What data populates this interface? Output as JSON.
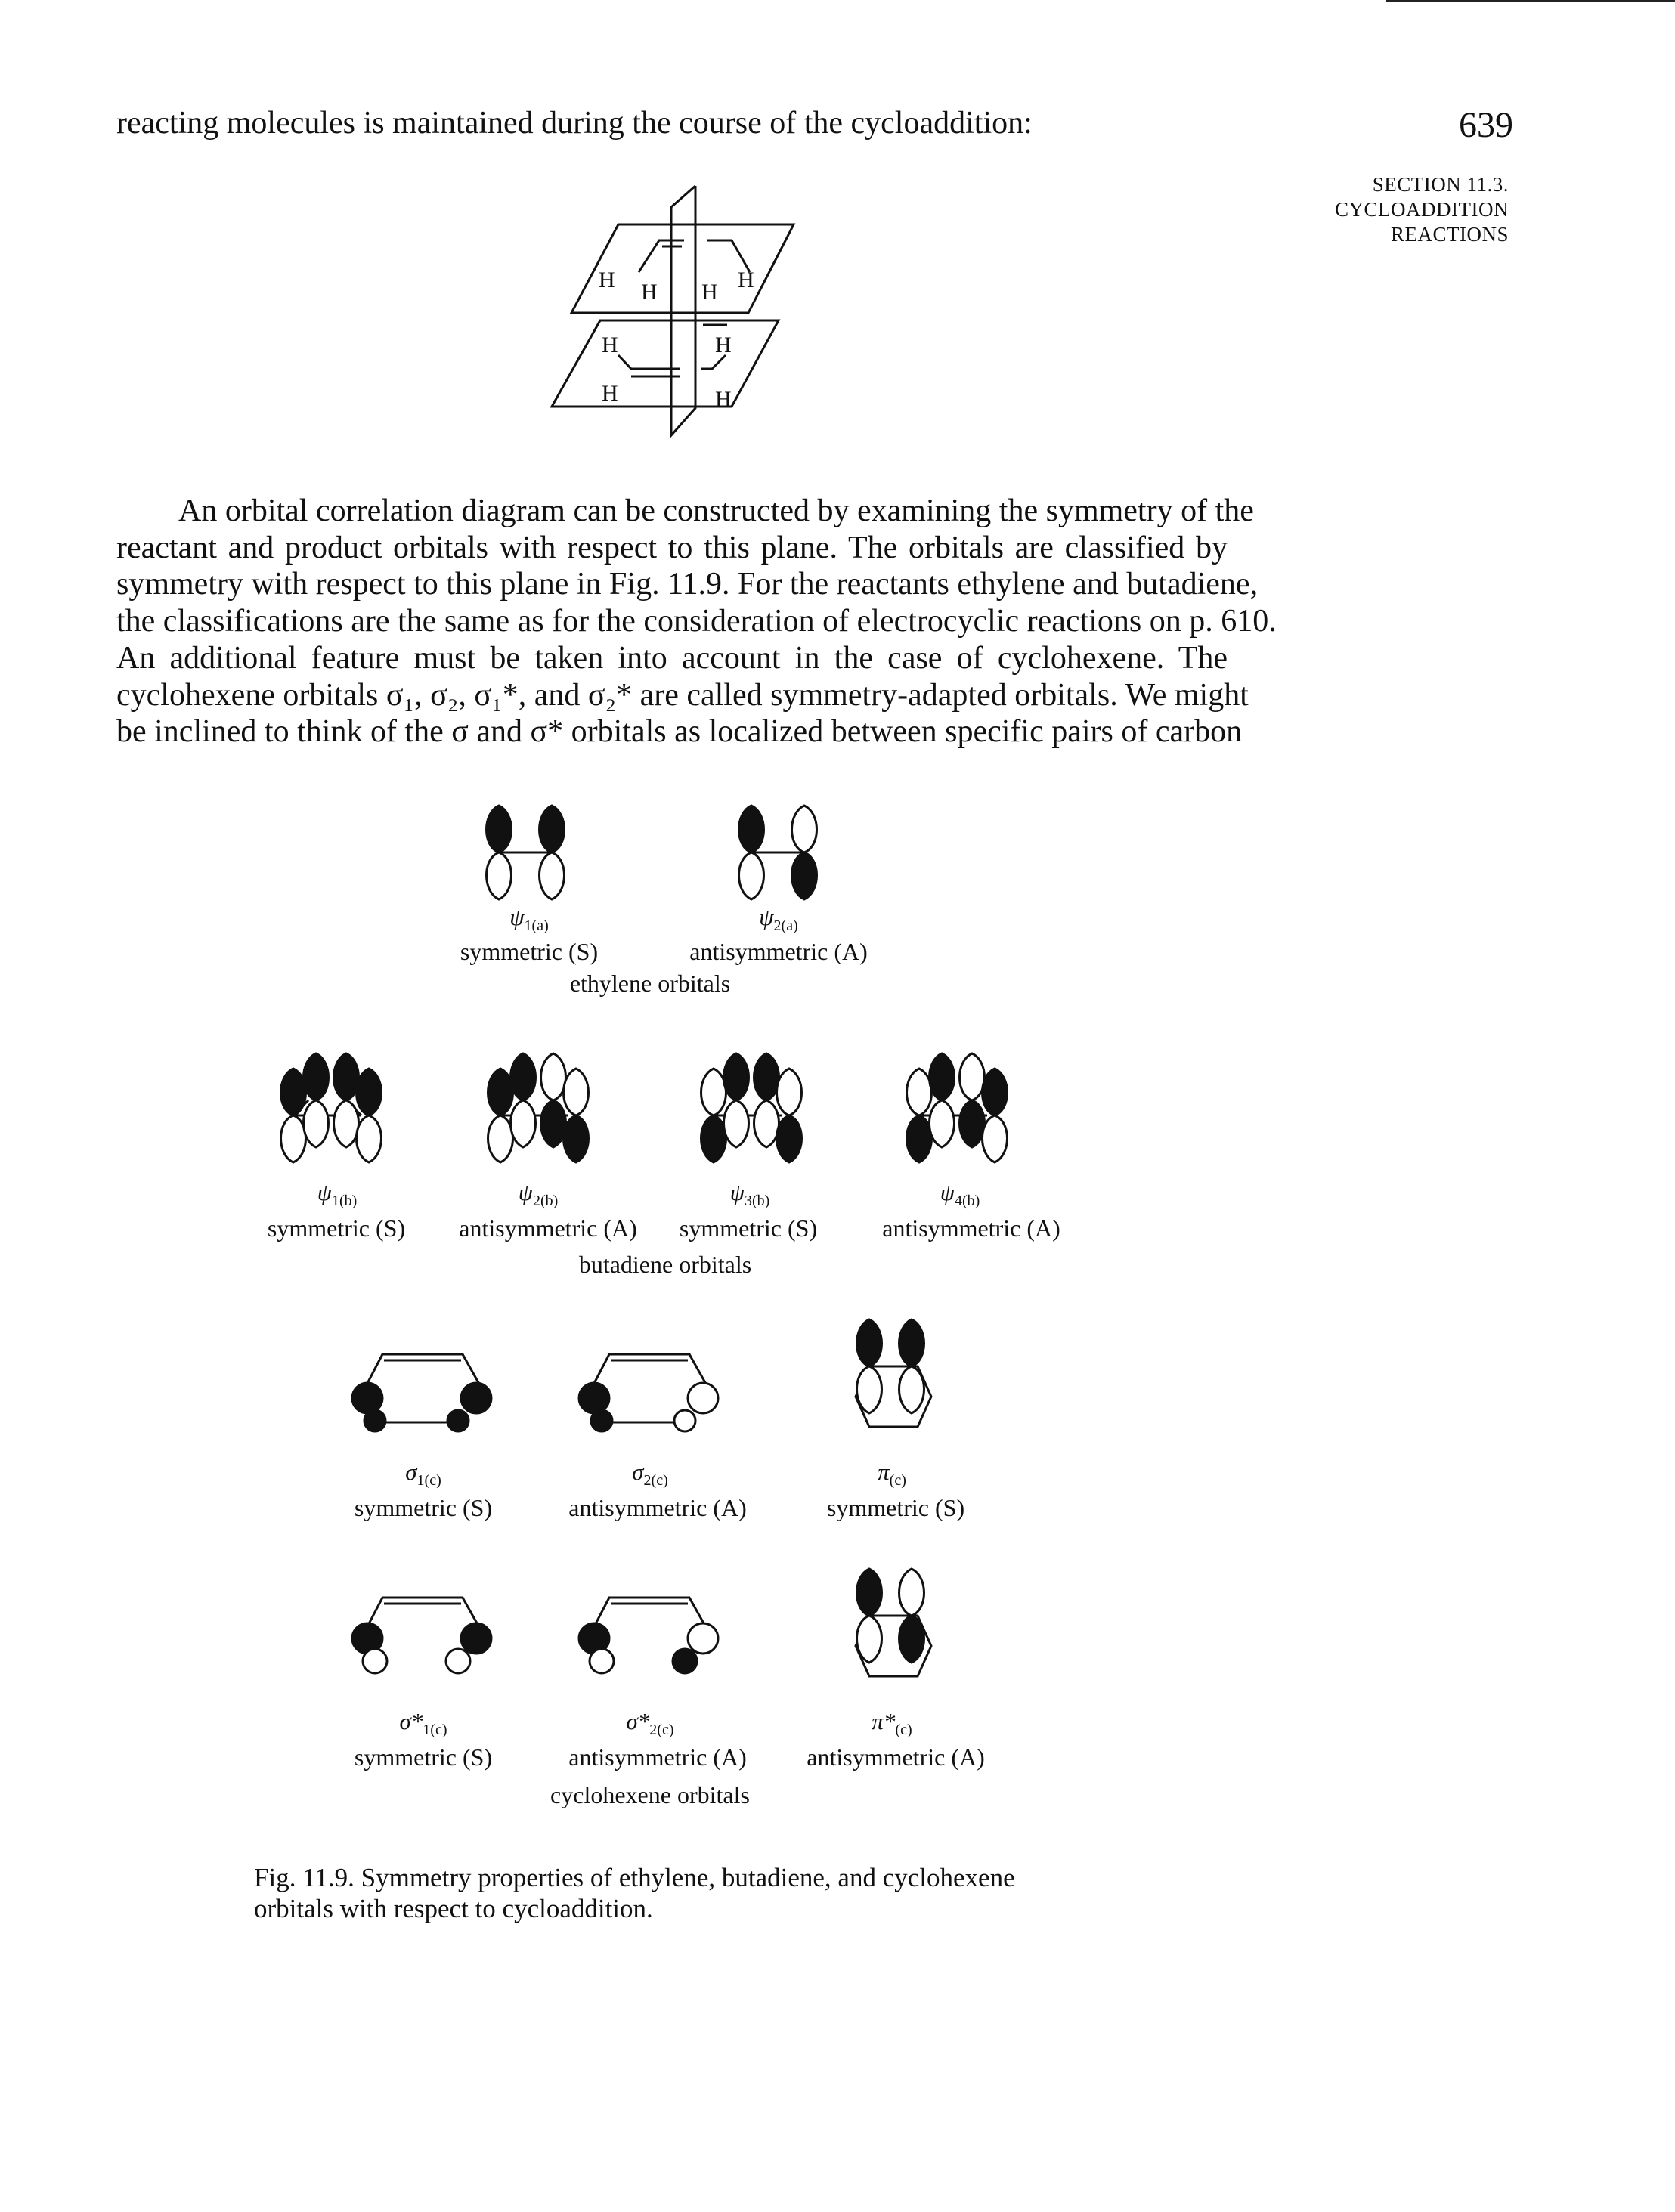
{
  "header": {
    "running_text": "reacting molecules is maintained during the course of the cycloaddition:",
    "page_number": "639",
    "section_line1": "SECTION 11.3.",
    "section_line2": "CYCLOADDITION",
    "section_line3": "REACTIONS"
  },
  "plane_figure": {
    "h_labels": [
      "H",
      "H",
      "H",
      "H",
      "H",
      "H",
      "H",
      "H"
    ]
  },
  "paragraph": {
    "lines": [
      "An orbital correlation diagram can be constructed by examining the symmetry of the",
      "reactant and product orbitals with respect to this plane. The orbitals are classified by",
      "symmetry with respect to this plane in Fig. 11.9. For the reactants ethylene and butadiene,",
      "the classifications are the same as for the consideration of electrocyclic reactions on p. 610.",
      "An additional feature must be taken into account in the case of cyclohexene. The",
      "cyclohexene orbitals σ₁, σ₂, σ₁*, and σ₂* are called symmetry-adapted orbitals. We might",
      "be inclined to think of the σ and σ* orbitals as localized between specific pairs of carbon"
    ]
  },
  "ethylene": {
    "title": "ethylene orbitals",
    "orbitals": [
      {
        "symbol": "ψ",
        "sub": "1(a)",
        "label": "symmetric (S)"
      },
      {
        "symbol": "ψ",
        "sub": "2(a)",
        "label": "antisymmetric (A)"
      }
    ]
  },
  "butadiene": {
    "title": "butadiene orbitals",
    "orbitals": [
      {
        "symbol": "ψ",
        "sub": "1(b)",
        "label": "symmetric (S)"
      },
      {
        "symbol": "ψ",
        "sub": "2(b)",
        "label": "antisymmetric (A)"
      },
      {
        "symbol": "ψ",
        "sub": "3(b)",
        "label": "symmetric (S)"
      },
      {
        "symbol": "ψ",
        "sub": "4(b)",
        "label": "antisymmetric (A)"
      }
    ]
  },
  "cyclohexene": {
    "title": "cyclohexene orbitals",
    "row1": [
      {
        "symbol": "σ",
        "sub": "1(c)",
        "label": "symmetric (S)"
      },
      {
        "symbol": "σ",
        "sub": "2(c)",
        "label": "antisymmetric (A)"
      },
      {
        "symbol": "π",
        "sub": "(c)",
        "label": "symmetric (S)"
      }
    ],
    "row2": [
      {
        "symbol": "σ*",
        "sub": "1(c)",
        "label": "symmetric (S)"
      },
      {
        "symbol": "σ*",
        "sub": "2(c)",
        "label": "antisymmetric (A)"
      },
      {
        "symbol": "π*",
        "sub": "(c)",
        "label": "antisymmetric (A)"
      }
    ]
  },
  "figure_caption": {
    "line1": "Fig. 11.9. Symmetry properties of ethylene, butadiene, and cyclohexene",
    "line2": "orbitals with respect to cycloaddition."
  }
}
